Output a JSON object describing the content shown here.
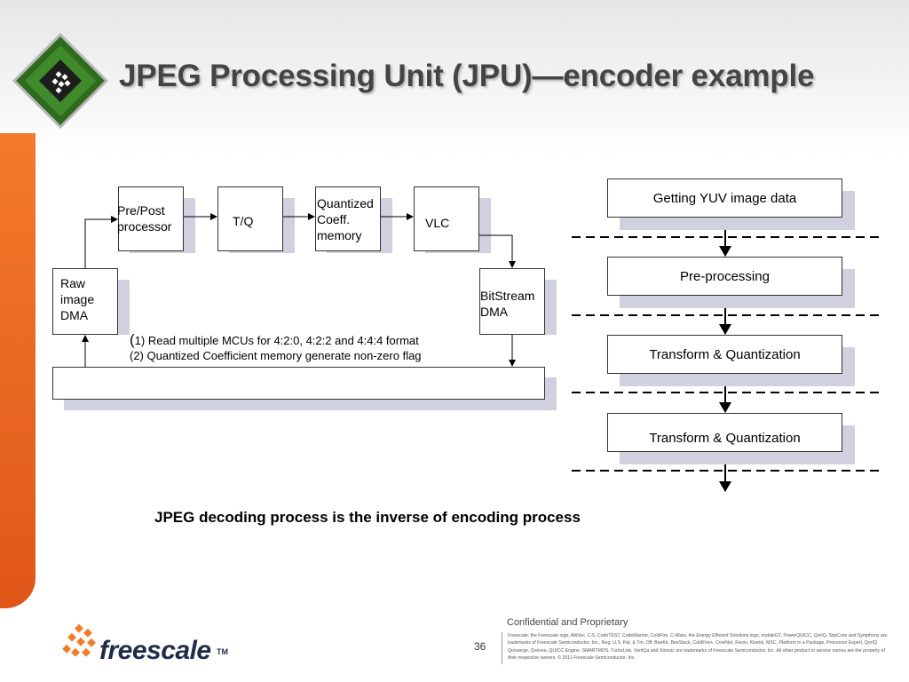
{
  "slide": {
    "title": "JPEG Processing Unit (JPU)—encoder example",
    "chip_logo_icon": "freescale-chip-icon",
    "accent_color": "#f47a2a"
  },
  "encoder_diagram": {
    "pre_post": "Pre/Post\nprocessor",
    "tq": "T/Q",
    "quantized": "Quantized\nCoeff.\nmemory",
    "vlc": "VLC",
    "raw_dma": "Raw\nimage\nDMA",
    "bitstream": "BitStream\nDMA",
    "note1_paren": "(",
    "note1": "1) Read multiple MCUs for 4:2:0, 4:2:2 and 4:4:4 format",
    "note2": "(2) Quantized Coefficient memory generate non-zero flag"
  },
  "flow": {
    "steps": [
      "Getting YUV image data",
      "Pre-processing",
      "Transform & Quantization",
      "Transform & Quantization"
    ]
  },
  "decode_note": "JPEG decoding process is the inverse of encoding process",
  "footer": {
    "brand": "freescale",
    "tm": "TM",
    "page_number": "36",
    "confidential": "Confidential and Proprietary",
    "legal": "Freescale, the Freescale logo, AltiVec, C-5, CodeTEST, CodeWarrior, ColdFire, C-Ware, the Energy Efficient Solutions logo, mobileGT, PowerQUICC, QorIQ, StarCore and Symphony are trademarks of Freescale Semiconductor, Inc., Reg. U.S. Pat. & Tm. Off. BeeKit, BeeStack, ColdFire+, CoreNet, Flexis, Kinetis, MXC, Platform in a Package, Processor Expert, QorIQ Qonverge, Qorivva, QUICC Engine, SMARTMOS, TurboLink, VortiQa and Xtrinsic are trademarks of Freescale Semiconductor, Inc. All other product or service names are the property of their respective owners. © 2011 Freescale Semiconductor, Inc."
  }
}
